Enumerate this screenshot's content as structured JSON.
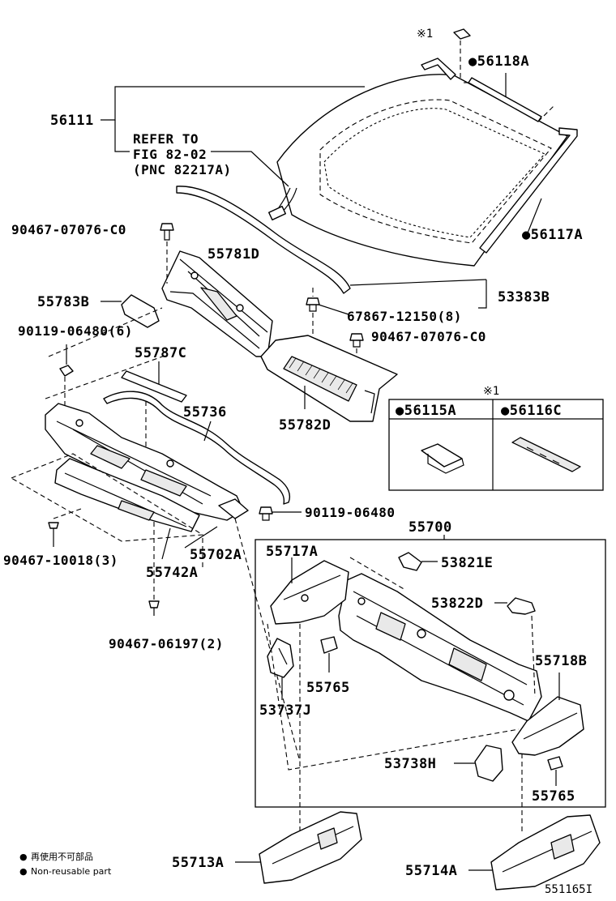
{
  "labels": {
    "p56111": "56111",
    "p56118A": "●56118A",
    "p56117A": "●56117A",
    "mark1_top": "※1",
    "refer_line1": "REFER TO",
    "refer_line2": "FIG 82-02",
    "refer_line3": "(PNC 82217A)",
    "p90467_07076_C0_a": "90467-07076-C0",
    "p55781D": "55781D",
    "p55783B": "55783B",
    "p90119_06480_6": "90119-06480(6)",
    "p53383B": "53383B",
    "p67867_12150_8": "67867-12150(8)",
    "p90467_07076_C0_b": "90467-07076-C0",
    "p55787C": "55787C",
    "p55736": "55736",
    "p55782D": "55782D",
    "mark1_box": "※1",
    "p56115A": "●56115A",
    "p56116C": "●56116C",
    "p90119_06480": "90119-06480",
    "p55700": "55700",
    "p90467_10018_3": "90467-10018(3)",
    "p55742A": "55742A",
    "p55702A": "55702A",
    "p55717A": "55717A",
    "p53821E": "53821E",
    "p53822D": "53822D",
    "p90467_06197_2": "90467-06197(2)",
    "p55765_a": "55765",
    "p55718B": "55718B",
    "p53737J": "53737J",
    "p53738H": "53738H",
    "p55765_b": "55765",
    "p55713A": "55713A",
    "p55714A": "55714A"
  },
  "legend": {
    "jp": "再使用不可部品",
    "en": "Non-reusable part",
    "bullet": "●"
  },
  "figure_id": "551165I"
}
